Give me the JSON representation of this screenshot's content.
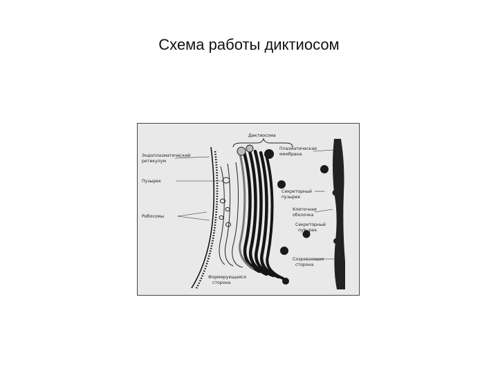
{
  "page": {
    "title": "Схема работы диктиосом"
  },
  "diagram": {
    "labels": {
      "dictyosome": "Диктиосома",
      "er_line1": "Эндоплазматический",
      "er_line2": "ретикулум",
      "vesicles": "Пузырек",
      "ribosomes": "Рибосомы",
      "forming_line1": "Формирующаяся",
      "forming_line2": "сторона",
      "plasma_line1": "Плазматическая",
      "plasma_line2": "мембрана",
      "secretory1_line1": "Секреторный",
      "secretory1_line2": "пузырек",
      "cellwall_line1": "Клеточная",
      "cellwall_line2": "оболочка",
      "secretory2_line1": "Секреторный",
      "secretory2_line2": "пузырек",
      "maturing_line1": "Созревающая",
      "maturing_line2": "сторона"
    }
  }
}
